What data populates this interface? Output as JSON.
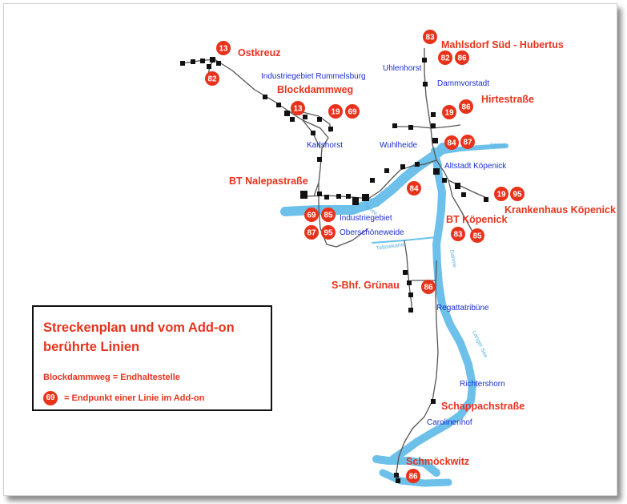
{
  "colors": {
    "accent": "#e8331c",
    "district": "#1a2fd6",
    "water": "#6cc0ea",
    "track": "#555555",
    "stop": "#111111"
  },
  "map": {
    "stops_red": [
      {
        "id": "ostkreuz",
        "text": "Ostkreuz"
      },
      {
        "id": "blockdammweg",
        "text": "Blockdammweg"
      },
      {
        "id": "mahlsdorf",
        "text": "Mahlsdorf Süd - Hubertus"
      },
      {
        "id": "hirtestrasse",
        "text": "Hirtestraße"
      },
      {
        "id": "bt-nalepastrasse",
        "text": "BT Nalepastraße"
      },
      {
        "id": "krankenhaus",
        "text": "Krankenhaus Köpenick"
      },
      {
        "id": "bt-koepenick",
        "text": "BT Köpenick"
      },
      {
        "id": "s-bhf-gruenau",
        "text": "S-Bhf. Grünau"
      },
      {
        "id": "schappachstrasse",
        "text": "Schappachstraße"
      },
      {
        "id": "schmoeckwitz",
        "text": "Schmöckwitz"
      }
    ],
    "districts": [
      {
        "id": "rummelsburg",
        "text": "Industriegebiet Rummelsburg"
      },
      {
        "id": "uhlenhorst",
        "text": "Uhlenhorst"
      },
      {
        "id": "dammvorstadt",
        "text": "Dammvorstadt"
      },
      {
        "id": "karlshorst",
        "text": "Karlshorst"
      },
      {
        "id": "wuhlheide",
        "text": "Wuhlheide"
      },
      {
        "id": "altstadt",
        "text": "Altstadt Köpenick"
      },
      {
        "id": "ind-1",
        "text": "Industriegebiet"
      },
      {
        "id": "ind-2",
        "text": "Oberschöneweide"
      },
      {
        "id": "regattatribuene",
        "text": "Regattatribüne"
      },
      {
        "id": "richtershorn",
        "text": "Richtershorn"
      },
      {
        "id": "carolinenhof",
        "text": "Carolinenhof"
      }
    ],
    "water_labels": [
      {
        "id": "spree-1",
        "text": "Spree"
      },
      {
        "id": "spree-2",
        "text": "Spree"
      },
      {
        "id": "teltowkanal",
        "text": "Teltowkanal"
      },
      {
        "id": "dahme",
        "text": "Dahme"
      },
      {
        "id": "langer-see",
        "text": "Langer See"
      }
    ],
    "line_badges": [
      {
        "id": "b13-ostkreuz",
        "text": "13"
      },
      {
        "id": "b82-ostkreuz",
        "text": "82"
      },
      {
        "id": "b13-block",
        "text": "13"
      },
      {
        "id": "b19-block",
        "text": "19"
      },
      {
        "id": "b69-block",
        "text": "69"
      },
      {
        "id": "b83-mahlsdorf",
        "text": "83"
      },
      {
        "id": "b82-mahlsdorf",
        "text": "82"
      },
      {
        "id": "b86-mahlsdorf",
        "text": "86"
      },
      {
        "id": "b19-hirte",
        "text": "19"
      },
      {
        "id": "b86-hirte",
        "text": "86"
      },
      {
        "id": "b84-wuhl",
        "text": "84"
      },
      {
        "id": "b87-wuhl",
        "text": "87"
      },
      {
        "id": "b84-altstadt",
        "text": "84"
      },
      {
        "id": "b19-kh",
        "text": "19"
      },
      {
        "id": "b95-kh",
        "text": "95"
      },
      {
        "id": "b69-ind",
        "text": "69"
      },
      {
        "id": "b85-ind",
        "text": "85"
      },
      {
        "id": "b87-ind",
        "text": "87"
      },
      {
        "id": "b95-ind",
        "text": "95"
      },
      {
        "id": "b83-btk",
        "text": "83"
      },
      {
        "id": "b85-btk",
        "text": "85"
      },
      {
        "id": "b86-gruenau",
        "text": "86"
      },
      {
        "id": "b86-schmoeck",
        "text": "86"
      }
    ]
  },
  "legend": {
    "title": "Streckenplan und vom Add-on berührte Linien",
    "example_terminus": "Blockdammweg = Endhaltestelle",
    "example_badge": "69",
    "example_badge_text": "= Endpunkt einer Linie im Add-on"
  }
}
